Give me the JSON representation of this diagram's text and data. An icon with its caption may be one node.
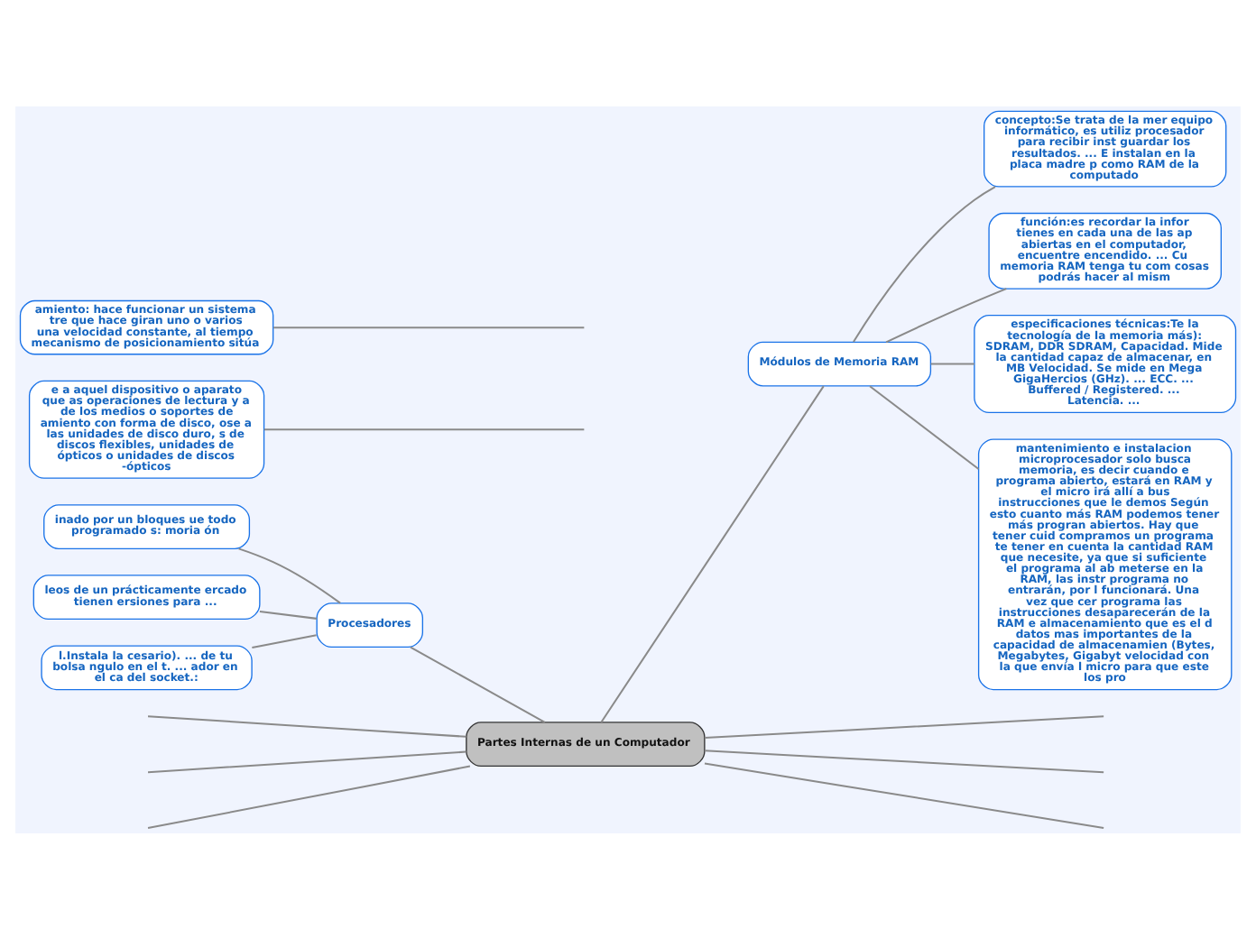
{
  "diagram": {
    "nodes": [
      {
        "text": [
          "Partes Internas de un Computador"
        ]
      },
      {
        "text": [
          "Procesadores"
        ]
      },
      {
        "text": [
          "inado por un bloques ue todo programado s: moria ón"
        ]
      },
      {
        "text": [
          "leos de un prácticamente ercado tienen ersiones para ..."
        ]
      },
      {
        "text": [
          "l.Instala la cesario). ... de tu bolsa ngulo en el t. ... ador en el ca del socket.:"
        ]
      },
      {
        "text": [
          "e a aquel dispositivo o aparato que as operaciones de lectura y a de los medios o soportes de amiento con forma de disco, ose a las unidades de disco duro, s de discos flexibles, unidades de ópticos o unidades de discos -ópticos"
        ]
      },
      {
        "text": [
          "amiento: hace funcionar un sistema tre que hace giran uno o varios una velocidad constante, al tiempo mecanismo de posicionamiento sitúa"
        ]
      },
      {
        "text": [
          "Módulos de Memoria RAM"
        ]
      },
      {
        "text": [
          "concepto:Se trata de la mer equipo informático, es utiliz procesador para recibir inst guardar los resultados. ... E instalan en la placa madre p como RAM de la computado"
        ]
      },
      {
        "text": [
          "función:es recordar la infor tienes en cada una de las ap abiertas en el computador, encuentre encendido. ... Cu memoria RAM tenga tu com cosas podrás hacer al mism"
        ]
      },
      {
        "text": [
          "especificaciones técnicas:Te la tecnología de la memoria más): SDRAM, DDR SDRAM, Capacidad. Mide la cantidad capaz de almacenar, en MB Velocidad. Se mide en Mega GigaHercios (GHz). ... ECC. ... Buffered / Registered. ... Latencia. ..."
        ]
      },
      {
        "text": [
          "mantenimiento e instalacion microprocesador solo busca memoria, es decir cuando e programa abierto, estará en RAM y el micro irá allí a bus instrucciones que le demos Según esto cuanto más RAM podemos tener más progran abiertos. Hay que tener cuid compramos un programa te tener en cuenta la cantidad RAM que necesite, ya que si suficiente el programa al ab meterse en la RAM, las instr programa no entrarán, por l funcionará. Una vez que cer programa las instrucciones desaparecerán de la RAM e almacenamiento que es el d datos mas importantes de la capacidad de almacenamien (Bytes, Megabytes, Gigabyt velocidad con la que envía l micro para que este los pro"
        ]
      }
    ],
    "edges": [
      {
        "from": 0,
        "to": null,
        "arrow": "none"
      },
      {
        "from": 0,
        "to": null,
        "arrow": "none"
      },
      {
        "from": 0,
        "to": null,
        "arrow": "none"
      },
      {
        "from": 0,
        "to": 1,
        "arrow": "none"
      },
      {
        "from": 0,
        "to": 7,
        "arrow": "none"
      },
      {
        "from": 0,
        "to": null,
        "arrow": "none"
      },
      {
        "from": 0,
        "to": null,
        "arrow": "none"
      },
      {
        "from": 0,
        "to": null,
        "arrow": "none"
      },
      {
        "from": 1,
        "to": 2,
        "arrow": "none"
      },
      {
        "from": 1,
        "to": 3,
        "arrow": "none"
      },
      {
        "from": 1,
        "to": 4,
        "arrow": "none"
      },
      {
        "from": null,
        "to": 5,
        "arrow": "none"
      },
      {
        "from": null,
        "to": 6,
        "arrow": "none"
      },
      {
        "from": 7,
        "to": 8,
        "arrow": "none"
      },
      {
        "from": 7,
        "to": 9,
        "arrow": "none"
      },
      {
        "from": 7,
        "to": 10,
        "arrow": "none"
      },
      {
        "from": 7,
        "to": 11,
        "arrow": "none"
      }
    ]
  }
}
